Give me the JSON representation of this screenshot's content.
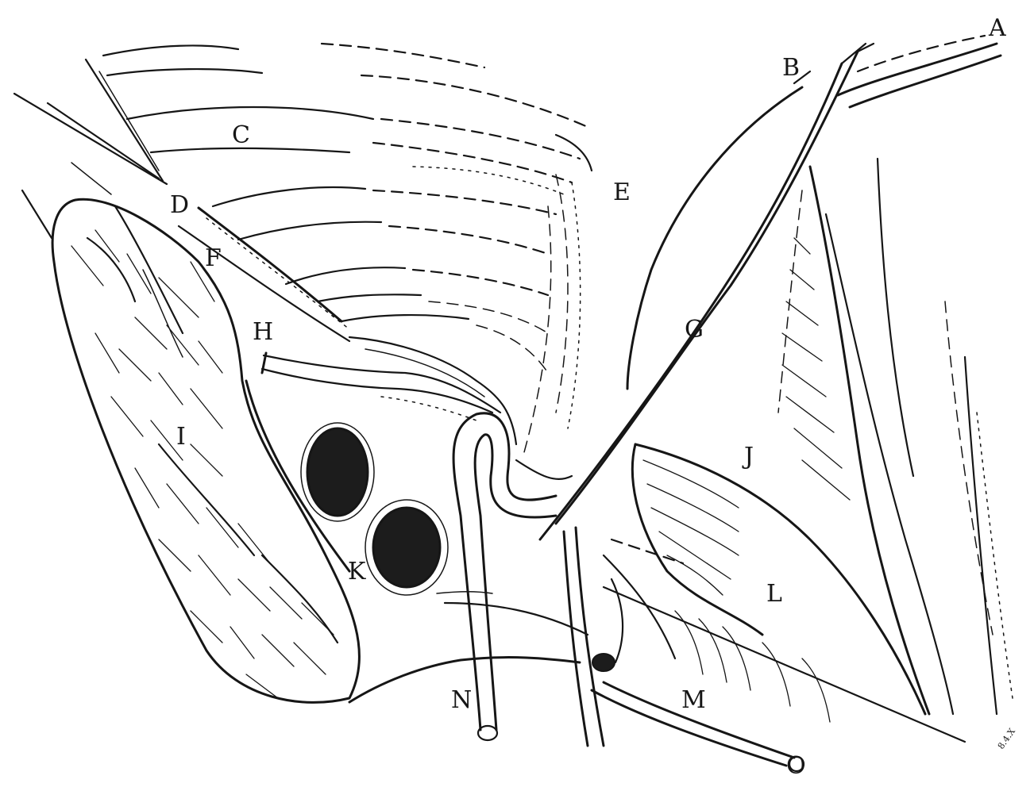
{
  "figure": {
    "labels": {
      "A": "A",
      "B": "B",
      "C": "C",
      "D": "D",
      "E": "E",
      "F": "F",
      "G": "G",
      "H": "H",
      "I": "I",
      "J": "J",
      "K": "K",
      "L": "L",
      "M": "M",
      "N": "N",
      "O": "O"
    },
    "corner_mark": "8.4.X"
  }
}
